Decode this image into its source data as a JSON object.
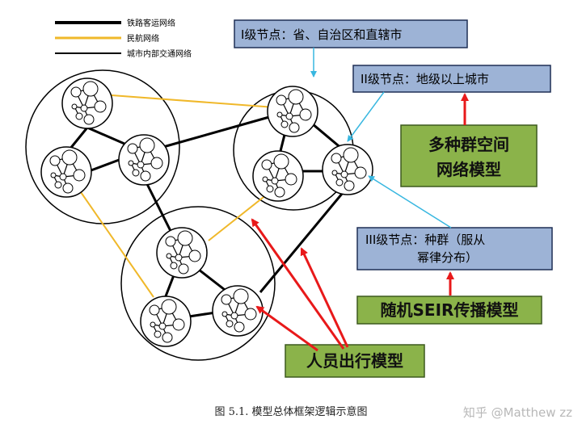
{
  "legend": {
    "railway": "铁路客运网络",
    "aviation": "民航网络",
    "urban": "城市内部交通网络"
  },
  "labels": {
    "level1": "I级节点：省、自治区和直辖市",
    "level2": "II级节点：地级以上城市",
    "level3_line1": "III级节点：种群（服从",
    "level3_line2": "幂律分布）",
    "multi_line1": "多种群空间",
    "multi_line2": "网络模型",
    "seir": "随机SEIR传播模型",
    "travel": "人员出行模型"
  },
  "caption": "图 5.1.  模型总体框架逻辑示意图",
  "watermark": "知乎 @Matthew zz",
  "colors": {
    "box_blue": "#9db3d6",
    "box_green": "#8bb34a",
    "aviation_yellow": "#f0b82a",
    "pointer_cyan": "#38b7e0",
    "arrow_red": "#e8191a"
  }
}
